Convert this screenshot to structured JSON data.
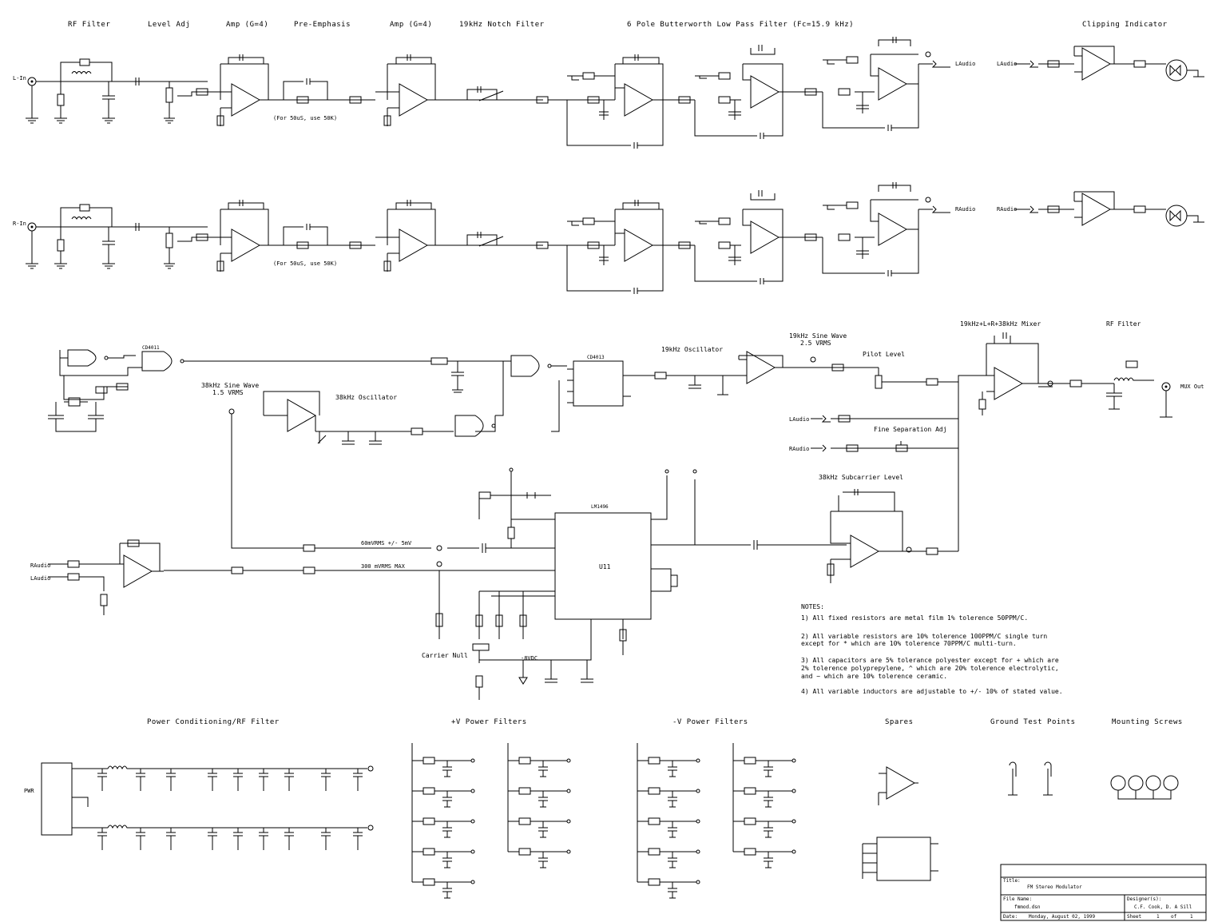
{
  "sections": {
    "rf_filter": "RF Filter",
    "level_adj": "Level Adj",
    "amp_left": "Amp (G=4)",
    "pre_emphasis": "Pre-Emphasis",
    "amp_right": "Amp (G=4)",
    "notch": "19kHz Notch Filter",
    "lpf": "6 Pole Butterworth Low Pass Filter (Fc=15.9 kHz)",
    "clipping": "Clipping Indicator",
    "sine_19": "19kHz Sine Wave",
    "sine_19_level": "2.5 VRMS",
    "osc_19": "19kHz  Oscillator",
    "pilot_level": "Pilot Level",
    "mixer": "19kHz+L+R+38kHz Mixer",
    "rf_filter_out": "RF Filter",
    "sine_38": "38kHz Sine Wave",
    "sine_38_level": "1.5 VRMS",
    "osc_38": "38kHz  Oscillator",
    "fine_sep": "Fine Separation Adj",
    "subcarrier": "38kHz Subcarrier Level",
    "carrier_null": "Carrier Null",
    "power": "Power Conditioning/RF Filter",
    "pos_filters": "+V Power Filters",
    "neg_filters": "-V Power Filters",
    "spares": "Spares",
    "ground_tp": "Ground Test Points",
    "mounting": "Mounting Screws"
  },
  "signals": {
    "level_60mv": "60mVRMS +/- 5mV",
    "level_300mv": "300 mVRMS MAX",
    "minus_8vdc": "-8VDC",
    "for_50us_1": "(For 50uS, use 50K)",
    "for_50us_2": "(For 50uS, use 50K)",
    "ic_1496": "LM1496",
    "u11": "U11",
    "ic_4013": "CD4013",
    "ic_4011": "CD4011",
    "laudio": "LAudio",
    "raudio": "RAudio",
    "lin": "L-In",
    "rin": "R-In",
    "mux_out": "MUX Out",
    "pwr": "PWR"
  },
  "notes": {
    "title": "NOTES:",
    "n1": "1) All fixed resistors are metal film 1% tolerence 50PPM/C.",
    "n2a": "2) All variable resistors are 10% tolerence 100PPM/C  single turn",
    "n2b": "except for * which are 10% tolerence 70PPM/C  multi-turn.",
    "n3a": "3) All capacitors are 5% tolerance polyester except for + which are",
    "n3b": "2% tolerence polyprepylene,  ^ which are 20% tolerence electrolytic,",
    "n3c": "and ~ which are 10% tolerence ceramic.",
    "n4": "4) All variable inductors are adjustable to +/- 10% of stated value."
  },
  "title_block": {
    "title_label": "Title:",
    "title": "FM Stereo Modulator",
    "file_label": "File Name:",
    "file": "fmmod.dsn",
    "designer_label": "Designer(s):",
    "designer": "C.F. Cook, D. A Sill",
    "date_label": "Date:",
    "date": "Monday, August 02, 1999",
    "sheet_label": "Sheet",
    "sheet": "1",
    "of_label": "of",
    "of": "1"
  }
}
